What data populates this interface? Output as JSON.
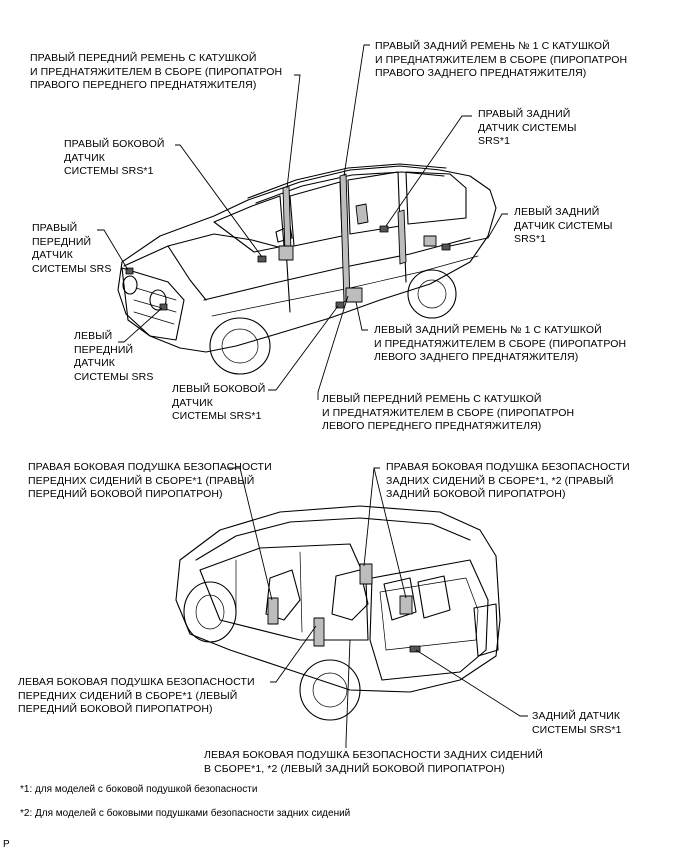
{
  "labels": {
    "rf_belt": "ПРАВЫЙ ПЕРЕДНИЙ РЕМЕНЬ С КАТУШКОЙ\nИ ПРЕДНАТЯЖИТЕЛЕМ В СБОРЕ (ПИРОПАТРОН\nПРАВОГО ПЕРЕДНЕГО ПРЕДНАТЯЖИТЕЛЯ)",
    "rr_belt": "ПРАВЫЙ ЗАДНИЙ РЕМЕНЬ № 1 С КАТУШКОЙ\nИ ПРЕДНАТЯЖИТЕЛЕМ В СБОРЕ (ПИРОПАТРОН\nПРАВОГО ЗАДНЕГО ПРЕДНАТЯЖИТЕЛЯ)",
    "r_rear_sensor": "ПРАВЫЙ ЗАДНИЙ\nДАТЧИК СИСТЕМЫ\nSRS*1",
    "r_side_sensor": "ПРАВЫЙ БОКОВОЙ\nДАТЧИК\nСИСТЕМЫ SRS*1",
    "l_rear_sensor": "ЛЕВЫЙ ЗАДНИЙ\nДАТЧИК СИСТЕМЫ\nSRS*1",
    "r_front_sensor": "ПРАВЫЙ\nПЕРЕДНИЙ\nДАТЧИК\nСИСТЕМЫ SRS",
    "l_front_sensor": "ЛЕВЫЙ\nПЕРЕДНИЙ\nДАТЧИК\nСИСТЕМЫ SRS",
    "lr_belt": "ЛЕВЫЙ ЗАДНИЙ РЕМЕНЬ № 1 С КАТУШКОЙ\nИ ПРЕДНАТЯЖИТЕЛЕМ В СБОРЕ (ПИРОПАТРОН\nЛЕВОГО ЗАДНЕГО ПРЕДНАТЯЖИТЕЛЯ)",
    "l_side_sensor": "ЛЕВЫЙ БОКОВОЙ\nДАТЧИК\nСИСТЕМЫ SRS*1",
    "lf_belt": "ЛЕВЫЙ ПЕРЕДНИЙ РЕМЕНЬ С КАТУШКОЙ\nИ ПРЕДНАТЯЖИТЕЛЕМ В СБОРЕ (ПИРОПАТРОН\nЛЕВОГО ПЕРЕДНЕГО ПРЕДНАТЯЖИТЕЛЯ)",
    "r_front_side_airbag": "ПРАВАЯ БОКОВАЯ ПОДУШКА БЕЗОПАСНОСТИ\nПЕРЕДНИХ СИДЕНИЙ В СБОРЕ*1 (ПРАВЫЙ\nПЕРЕДНИЙ БОКОВОЙ ПИРОПАТРОН)",
    "r_rear_side_airbag": "ПРАВАЯ БОКОВАЯ ПОДУШКА БЕЗОПАСНОСТИ\nЗАДНИХ СИДЕНИЙ В СБОРЕ*1, *2 (ПРАВЫЙ\nЗАДНИЙ БОКОВОЙ ПИРОПАТРОН)",
    "l_front_side_airbag": "ЛЕВАЯ БОКОВАЯ ПОДУШКА БЕЗОПАСНОСТИ\nПЕРЕДНИХ СИДЕНИЙ В СБОРЕ*1 (ЛЕВЫЙ\nПЕРЕДНИЙ БОКОВОЙ ПИРОПАТРОН)",
    "rear_sensor": "ЗАДНИЙ ДАТЧИК\nСИСТЕМЫ SRS*1",
    "l_rear_side_airbag": "ЛЕВАЯ БОКОВАЯ ПОДУШКА БЕЗОПАСНОСТИ ЗАДНИХ СИДЕНИЙ\nВ СБОРЕ*1, *2 (ЛЕВЫЙ ЗАДНИЙ БОКОВОЙ ПИРОПАТРОН)"
  },
  "notes": {
    "n1": "*1: для моделей с боковой подушкой безопасности",
    "n2": "*2: Для моделей с боковыми подушками безопасности задних сидений"
  },
  "corner_mark": "P"
}
